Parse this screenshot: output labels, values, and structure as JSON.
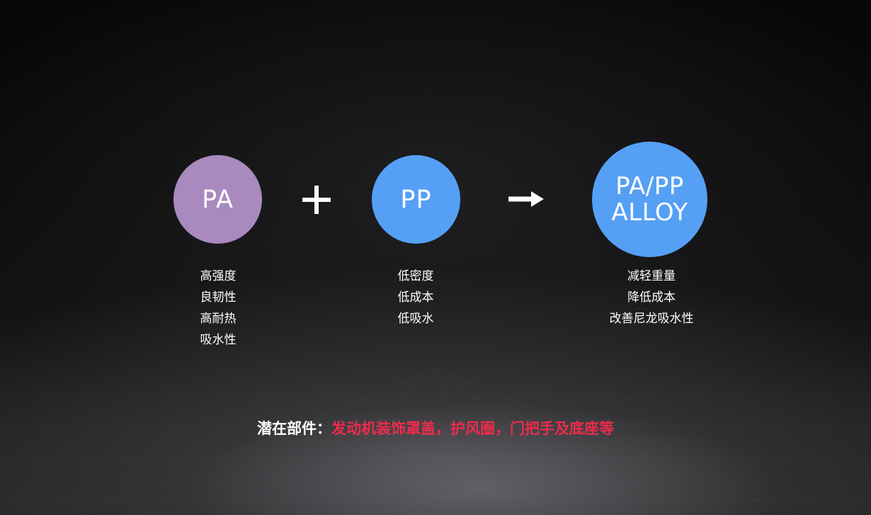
{
  "colors": {
    "pa_circle": "#a98abf",
    "pp_circle": "#55a0f5",
    "alloy_circle": "#55a0f5",
    "text": "#ffffff",
    "highlight": "#ee2b4c"
  },
  "materials": {
    "pa": {
      "label": "PA",
      "properties": [
        "高强度",
        "良韧性",
        "高耐热",
        "吸水性"
      ]
    },
    "pp": {
      "label": "PP",
      "properties": [
        "低密度",
        "低成本",
        "低吸水"
      ]
    },
    "alloy": {
      "label_line1": "PA/PP",
      "label_line2": "ALLOY",
      "properties": [
        "减轻重量",
        "降低成本",
        "改善尼龙吸水性"
      ]
    }
  },
  "operators": {
    "combine_icon": "plus-icon",
    "result_icon": "arrow-right-icon"
  },
  "potential_parts": {
    "label": "潜在部件：",
    "value": "发动机装饰罩盖，护风圈，门把手及底座等"
  }
}
